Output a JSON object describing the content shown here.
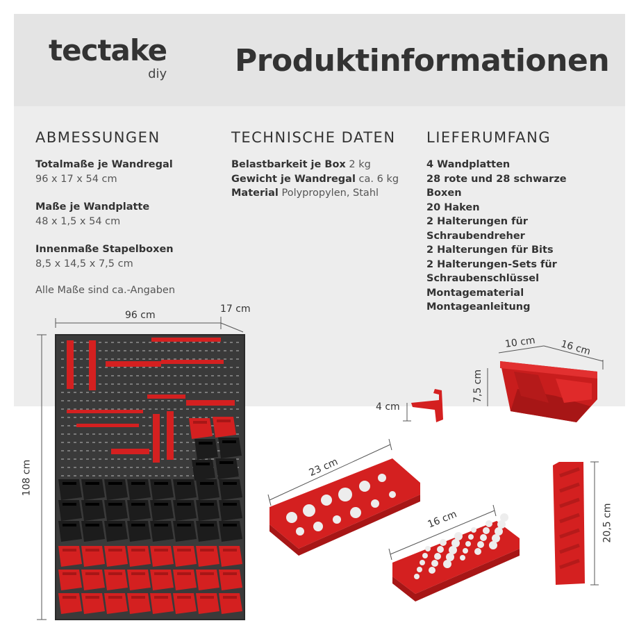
{
  "logo": {
    "main": "tectake",
    "sub": "diy"
  },
  "title": "Produktinformationen",
  "abmessungen": {
    "heading": "ABMESSUNGEN",
    "items": [
      {
        "label": "Totalmaße je Wandregal",
        "value": "96 x 17 x 54 cm"
      },
      {
        "label": "Maße je Wandplatte",
        "value": "48 x 1,5 x 54 cm"
      },
      {
        "label": "Innenmaße Stapelboxen",
        "value": "8,5 x 14,5 x 7,5 cm"
      }
    ],
    "note": "Alle Maße sind ca.-Angaben"
  },
  "technische": {
    "heading": "TECHNISCHE DATEN",
    "items": [
      {
        "label": "Belastbarkeit je Box",
        "value": "2 kg"
      },
      {
        "label": "Gewicht je Wandregal",
        "value": "ca. 6 kg"
      },
      {
        "label": "Material",
        "value": "Polypropylen, Stahl"
      }
    ]
  },
  "lieferumfang": {
    "heading": "LIEFERUMFANG",
    "items": [
      "4 Wandplatten",
      "28 rote und 28 schwarze Boxen",
      "20 Haken",
      "2 Halterungen für Schraubendreher",
      "2 Halterungen für Bits",
      "2 Halterungen-Sets für Schraubenschlüssel",
      "Montagematerial",
      "Montageanleitung"
    ]
  },
  "dimensions": {
    "width": "96 cm",
    "depth": "17 cm",
    "height": "108 cm",
    "box_width": "10 cm",
    "box_depth": "16 cm",
    "box_height": "7,5 cm",
    "hook": "4 cm",
    "holder_large": "23 cm",
    "holder_small": "16 cm",
    "wrench_holder": "20,5 cm"
  },
  "colors": {
    "red": "#d42020",
    "black": "#1c1c1c",
    "board": "#3a3a3a"
  }
}
